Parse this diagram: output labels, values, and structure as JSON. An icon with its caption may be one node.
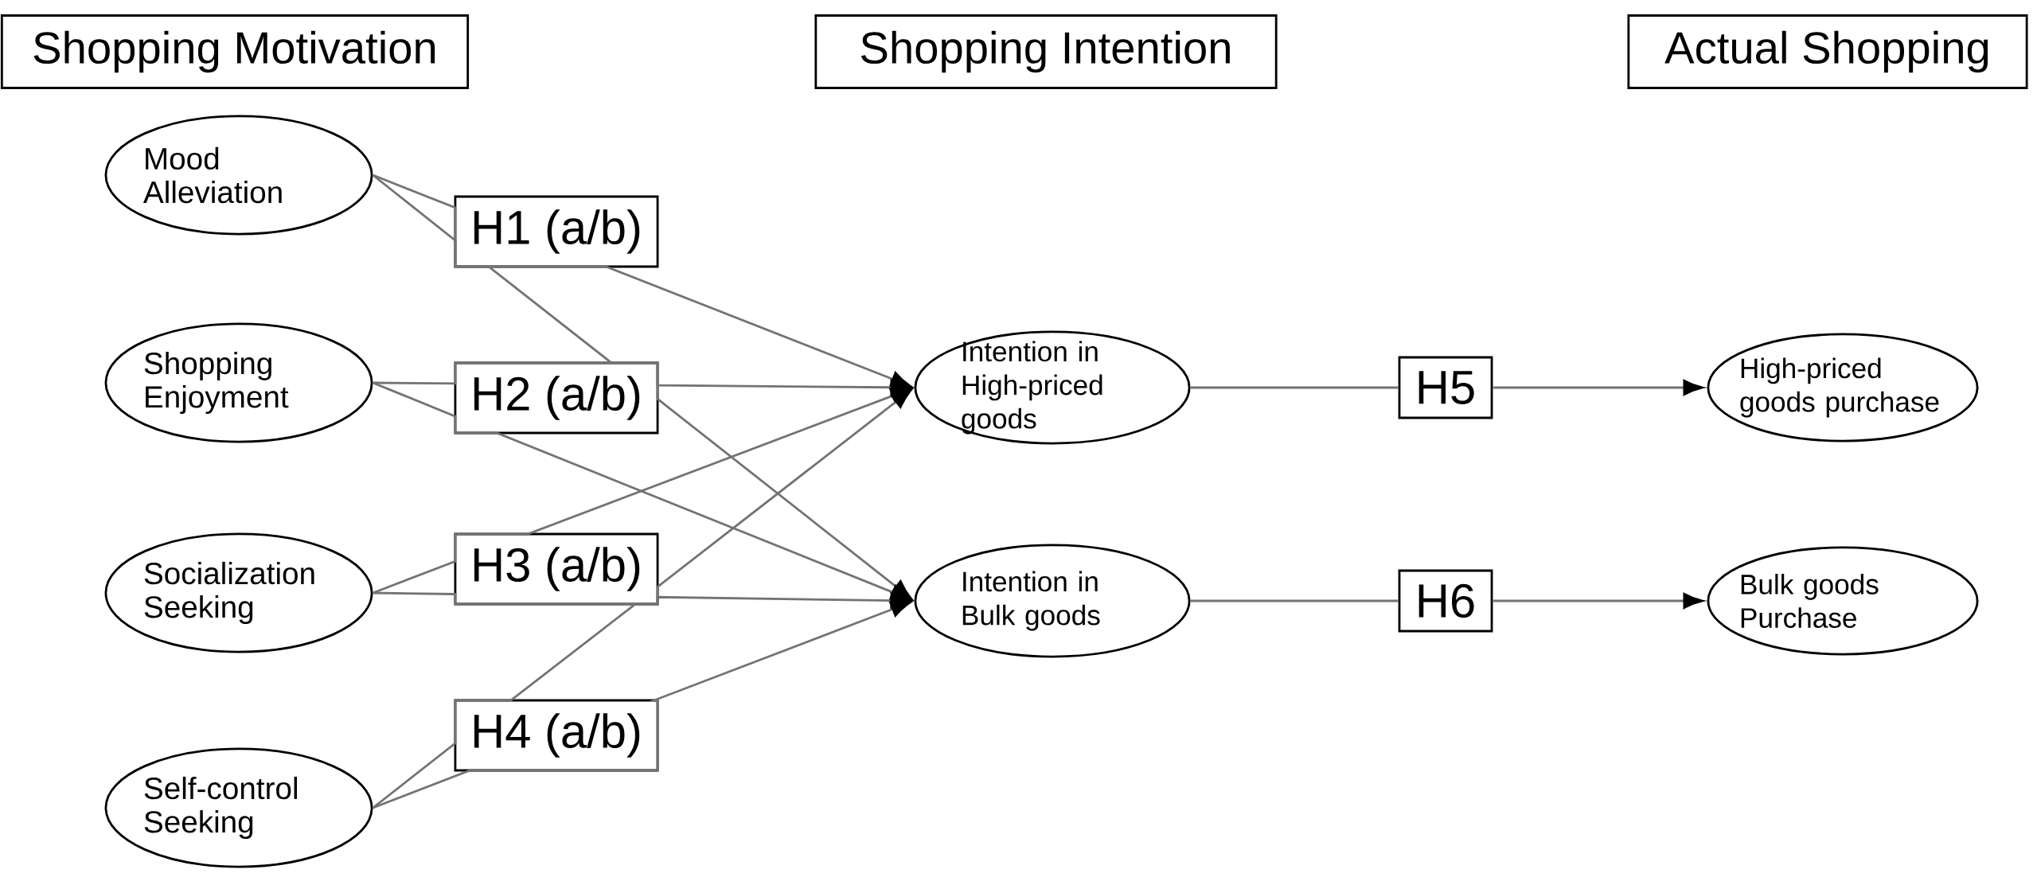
{
  "diagram": {
    "nodes": [
      {
        "text": [
          "Shopping Motivation"
        ]
      },
      {
        "text": [
          "Shopping Intention"
        ]
      },
      {
        "text": [
          "Actual Shopping"
        ]
      },
      {
        "text": [
          "Mood Alleviation"
        ]
      },
      {
        "text": [
          "H1 (a/b)"
        ]
      },
      {
        "text": [
          "Shopping Enjoyment"
        ]
      },
      {
        "text": [
          "H2 (a/b)"
        ]
      },
      {
        "text": [
          "Intention in High-priced goods"
        ]
      },
      {
        "text": [
          "H5"
        ]
      },
      {
        "text": [
          "High-priced goods purchase"
        ]
      },
      {
        "text": [
          "Socialization Seeking"
        ]
      },
      {
        "text": [
          "H3 (a/b)"
        ]
      },
      {
        "text": [
          "Intention in Bulk goods"
        ]
      },
      {
        "text": [
          "H6"
        ]
      },
      {
        "text": [
          "Bulk goods Purchase"
        ]
      },
      {
        "text": [
          "Self-control Seeking"
        ]
      },
      {
        "text": [
          "H4 (a/b)"
        ]
      }
    ],
    "edges": [
      {
        "from": 3,
        "to": 7,
        "arrow": "to"
      },
      {
        "from": 3,
        "to": 12,
        "arrow": "to"
      },
      {
        "from": 5,
        "to": 7,
        "arrow": "to"
      },
      {
        "from": 5,
        "to": 12,
        "arrow": "to"
      },
      {
        "from": 10,
        "to": 7,
        "arrow": "to"
      },
      {
        "from": 10,
        "to": 12,
        "arrow": "to"
      },
      {
        "from": 15,
        "to": 7,
        "arrow": "to"
      },
      {
        "from": 15,
        "to": 12,
        "arrow": "to"
      },
      {
        "from": 7,
        "to": 8,
        "arrow": "none"
      },
      {
        "from": 8,
        "to": 9,
        "arrow": "to"
      },
      {
        "from": 12,
        "to": 13,
        "arrow": "none"
      },
      {
        "from": 13,
        "to": 14,
        "arrow": "to"
      }
    ]
  }
}
